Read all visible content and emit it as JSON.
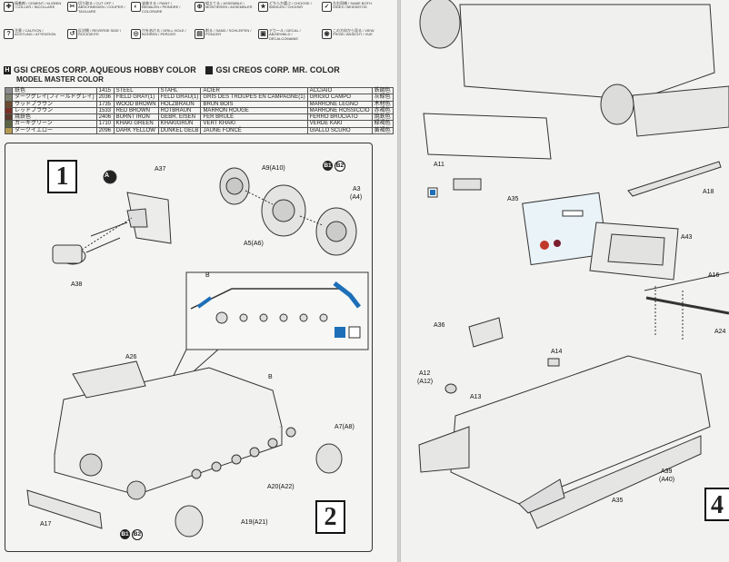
{
  "icon_legend": [
    {
      "icon": "cement-icon",
      "symbol": "✚",
      "text": "接着剤 / CEMENT / KLEBEN / COLLER / INCOLLARE"
    },
    {
      "icon": "cut-icon",
      "symbol": "✂",
      "text": "切り取る / CUT OFF / ABSCHNEIDEN / COUPER / TAGLIARE"
    },
    {
      "icon": "paint-icon",
      "symbol": "◐",
      "text": "塗装する / PAINT / BEMALEN / PEINDRE / COLORARE"
    },
    {
      "icon": "assemble-icon",
      "symbol": "⊕",
      "text": "組立てる / ASSEMBLE / MONTIEREN / ASSEMBLER"
    },
    {
      "icon": "star-icon",
      "symbol": "★",
      "text": "どちらか選ぶ / CHOOSE / WÄHLEN / CHOISIR"
    },
    {
      "icon": "check-icon",
      "symbol": "✓",
      "text": "左右同様 / SAME BOTH SIDES / BEIDSEITIG"
    },
    {
      "icon": "option-icon",
      "symbol": "?",
      "text": "注意 / CAUTION / ACHTUNG / ATTENTION"
    },
    {
      "icon": "reverse-icon",
      "symbol": "↺",
      "text": "反対側 / REVERSE SIDE / RÜCKSEITE"
    },
    {
      "icon": "drill-icon",
      "symbol": "◎",
      "text": "穴をあける / DRILL HOLE / BOHREN / PERCER"
    },
    {
      "icon": "sand-icon",
      "symbol": "▤",
      "text": "削る / SAND / SCHLEIFEN / PONCER"
    },
    {
      "icon": "decal-icon",
      "symbol": "▣",
      "text": "デカール / DECAL / ABZIEHBILD / DÉCALCOMANIE"
    },
    {
      "icon": "eye-icon",
      "symbol": "◉",
      "text": "この方向から見る / VIEW FROM / ANSICHT / VUE"
    }
  ],
  "paint_header": {
    "h_mark": "H",
    "h_brand": "GSI CREOS CORP. AQUEOUS HOBBY COLOR",
    "c_mark": "",
    "c_brand": "GSI CREOS CORP. MR. COLOR",
    "model_master": "MODEL MASTER COLOR"
  },
  "paints": [
    {
      "color": "#8d8f8e",
      "jp": "鉄色",
      "mm": "1415",
      "en": "STEEL",
      "de": "STAHL",
      "fr": "ACIER",
      "it": "ACCIAIO",
      "jp2": "鉄鋼色"
    },
    {
      "color": "#7f8270",
      "jp": "ダークグレイ(フィールドグレイ)",
      "mm": "2036",
      "en": "FIELD GRAY(1)",
      "de": "FELD GRAU(1)",
      "fr": "GRIS DES TROUPES EN CAMPAGNE(1)",
      "it": "GRIGIO CAMPO",
      "jp2": "灰緑色"
    },
    {
      "color": "#6b4a2e",
      "jp": "ウッドブラウン",
      "mm": "1735",
      "en": "WOOD BROWN",
      "de": "HOLZBRAUN",
      "fr": "BRUN BOIS",
      "it": "MARRONE LEGNO",
      "jp2": "木材色"
    },
    {
      "color": "#7a2f24",
      "jp": "レッドブラウン",
      "mm": "1533",
      "en": "RED BROWN",
      "de": "ROTBRAUN",
      "fr": "MARRON ROUGE",
      "it": "MARRONE ROSSICCIO",
      "jp2": "赤褐色"
    },
    {
      "color": "#5a3a2c",
      "jp": "焼鉄色",
      "mm": "2406",
      "en": "BURNT IRON",
      "de": "GEBR. EISEN",
      "fr": "FER BRULÉ",
      "it": "FERRO BRUCIATO",
      "jp2": "焼鉄色"
    },
    {
      "color": "#5c6541",
      "jp": "カーキグリーン",
      "mm": "1710",
      "en": "KHAKI GREEN",
      "de": "KHAKIGRÜN",
      "fr": "VERT KHAKI",
      "it": "VERDE KAKI",
      "jp2": "緑褐色"
    },
    {
      "color": "#b59a52",
      "jp": "ダークイエロー",
      "mm": "2096",
      "en": "DARK YELLOW",
      "de": "DUNKEL GELB",
      "fr": "JAUNE FONCÉ",
      "it": "GIALLO SCURO",
      "jp2": "黄褐色"
    }
  ],
  "step1": {
    "number": "1",
    "callout": "A",
    "labels": {
      "a37": "A37",
      "a38": "A38",
      "a9": "A9(A10)",
      "a3": "A3",
      "a4": "(A4)",
      "a5": "A5(A6)",
      "b1": "B1",
      "b2": "B2"
    }
  },
  "step2": {
    "number": "2",
    "labels": {
      "b_top": "B",
      "b_hull": "B",
      "a26": "A26",
      "a7": "A7(A8)",
      "a20": "A20(A22)",
      "a17": "A17",
      "a19": "A19(A21)",
      "b1": "B1",
      "b2": "B2"
    }
  },
  "right": {
    "labels": {
      "a11": "A11",
      "a35_top": "A35",
      "a18": "A18",
      "a43": "A43",
      "a16": "A16",
      "a24": "A24",
      "a36": "A36",
      "a14": "A14",
      "a12": "A12",
      "a12b": "(A12)",
      "a13": "A13",
      "a39": "A39",
      "a40": "(A40)",
      "a35_bot": "A35"
    },
    "next_step": "4"
  }
}
